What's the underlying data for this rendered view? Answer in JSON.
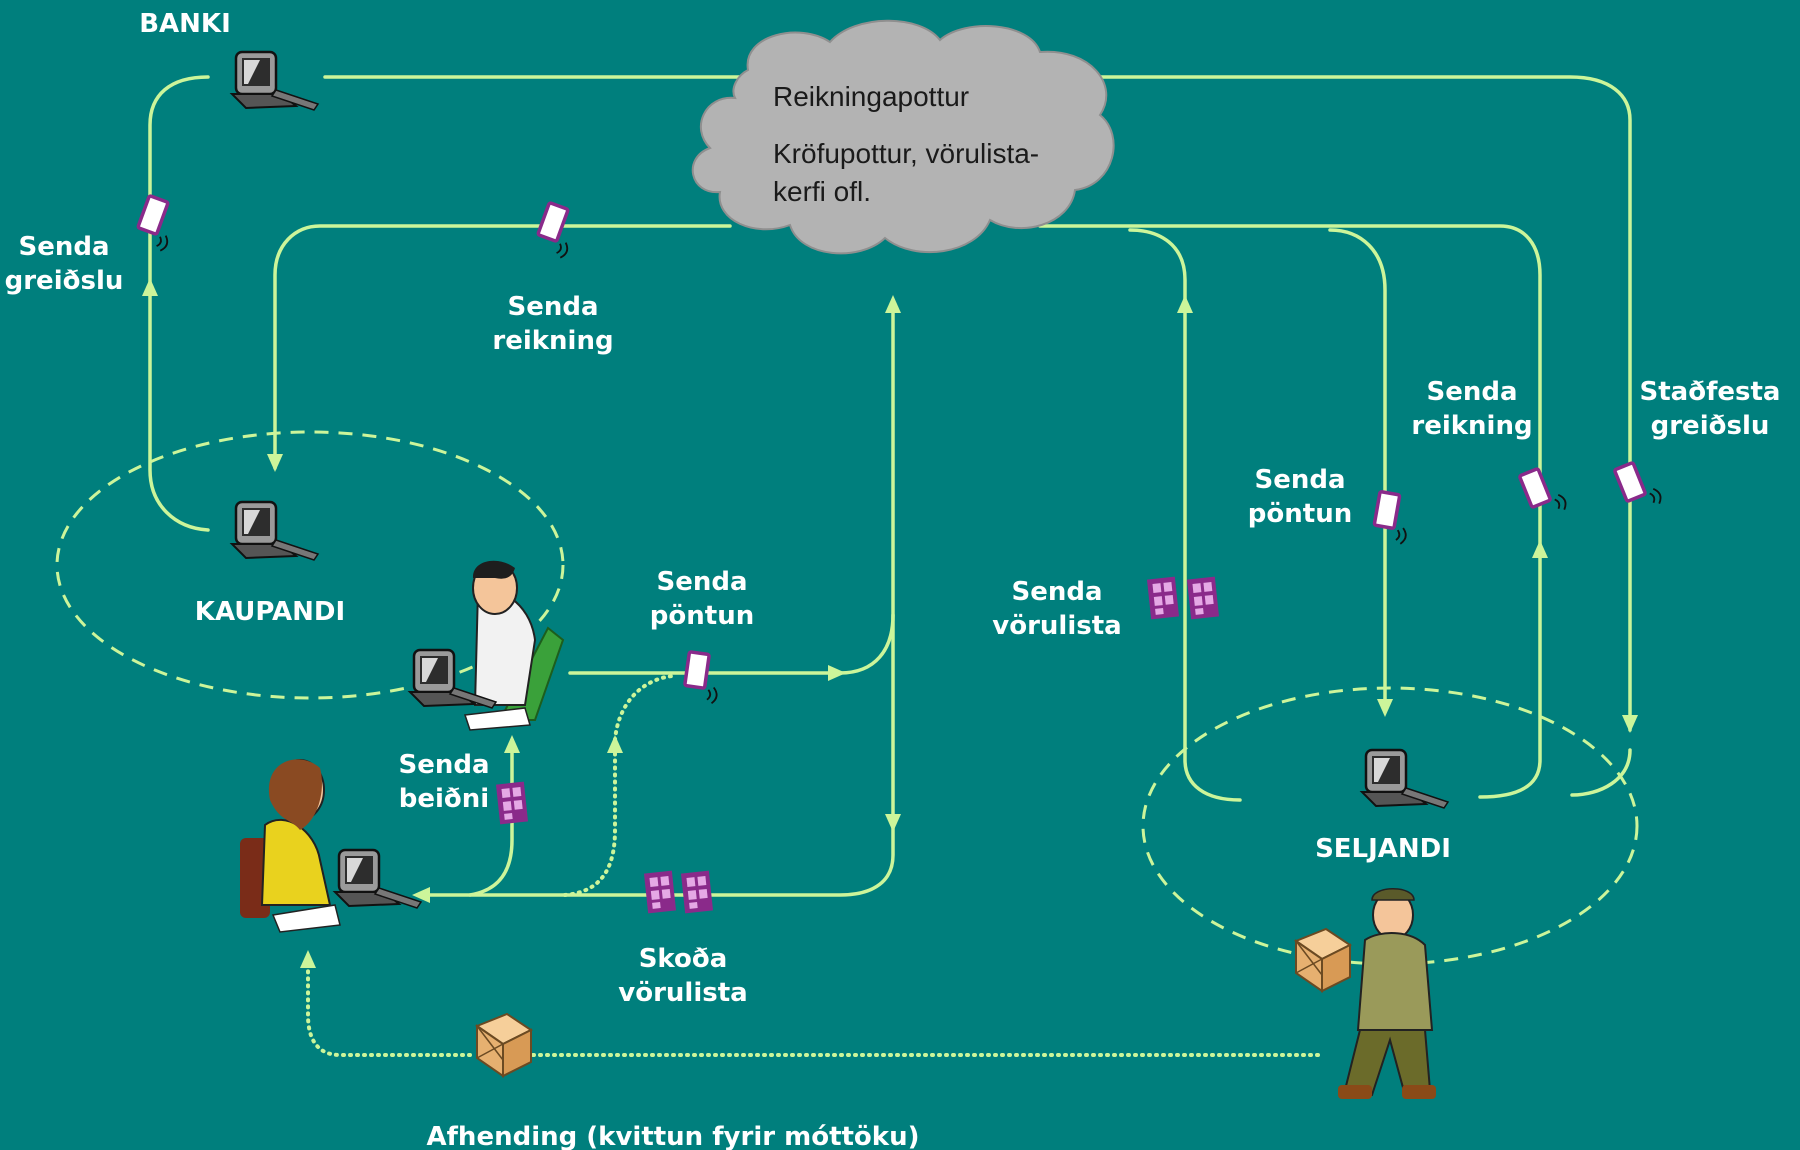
{
  "nodes": {
    "bank": "BANKI",
    "buyer": "KAUPANDI",
    "seller": "SELJANDI"
  },
  "cloud": {
    "line1": "Reikningapottur",
    "line2a": "Kröfupottur, vörulista-",
    "line2b": "kerfi ofl."
  },
  "flows": {
    "send_payment": [
      "Senda",
      "greiðslu"
    ],
    "send_invoice_buyer": [
      "Senda",
      "reikning"
    ],
    "send_order_buyer": [
      "Senda",
      "pöntun"
    ],
    "send_request": [
      "Senda",
      "beiðni"
    ],
    "view_catalog": [
      "Skoða",
      "vörulista"
    ],
    "send_catalog": [
      "Senda",
      "vörulista"
    ],
    "send_order_seller": [
      "Senda",
      "pöntun"
    ],
    "send_invoice_seller": [
      "Senda",
      "reikning"
    ],
    "confirm_payment": [
      "Staðfesta",
      "greiðslu"
    ],
    "delivery": "Afhending (kvittun fyrir móttöku)"
  },
  "colors": {
    "background": "#007f7d",
    "flow_line": "#ccf59a",
    "document": "#8a2a8a",
    "cloud": "#b3b3b3"
  },
  "icons": [
    "computer-icon",
    "document-icon",
    "catalog-icon",
    "package-icon",
    "person-icon",
    "cloud-icon"
  ]
}
